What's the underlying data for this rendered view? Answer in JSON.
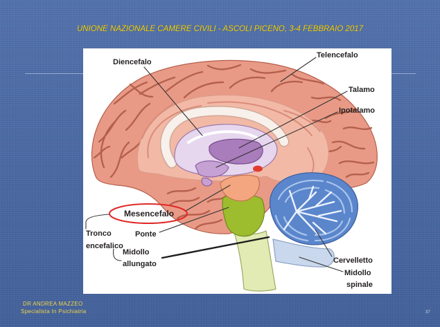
{
  "slide": {
    "title": "UNIONE NAZIONALE CAMERE CIVILI - ASCOLI PICENO, 3-4 FEBBRAIO 2017",
    "author_name": "DR ANDREA MAZZEO",
    "author_role": "Specialista In Psichiatria",
    "page_number": "37"
  },
  "diagram": {
    "labels": {
      "diencefalo": "Diencefalo",
      "telencefalo": "Telencefalo",
      "talamo": "Talamo",
      "ipotalamo": "Ipotalamo",
      "mesencefalo": "Mesencefalo",
      "ponte": "Ponte",
      "tronco_encefalico": [
        "Tronco",
        "encefalico"
      ],
      "midollo_allungato": [
        "Midollo",
        "allungato"
      ],
      "cervelletto": "Cervelletto",
      "midollo_spinale": [
        "Midollo",
        "spinale"
      ]
    },
    "colors": {
      "cerebrum": "#e89a86",
      "cerebrum_outline": "#b45d4a",
      "cerebrum_medial": "#f2b9a6",
      "corpus_callosum": "#f8f0ea",
      "diencefalo": "#e6d6ee",
      "talamo": "#a97cbc",
      "ipotalamo": "#c6a1d4",
      "pituitary": "#c9a0d2",
      "red_spot": "#e23b2e",
      "mesencefalo": "#f3a67f",
      "ponte": "#9dbd2f",
      "midollo_allungato": "#e1ebb3",
      "cervelletto": "#5b86cc",
      "midollo_spinale": "#c9d8ec"
    }
  },
  "colors": {
    "background": "#4a6baa",
    "title": "#f5d000",
    "footer_text": "#f0d24a",
    "figure_background": "#ffffff",
    "highlight_ring": "#e02828"
  }
}
